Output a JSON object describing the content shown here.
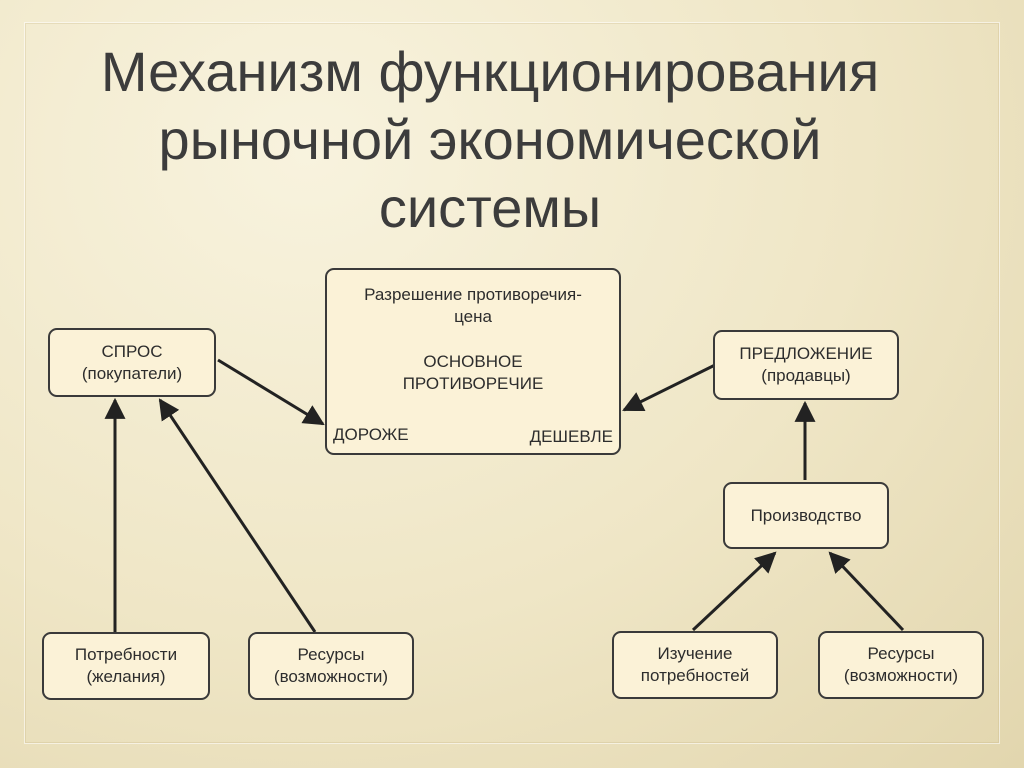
{
  "title": {
    "line1": "Механизм функционирования",
    "line2": "рыночной экономической",
    "line3": "системы"
  },
  "center": {
    "top_line1": "Разрешение противоречия-",
    "top_line2": "цена",
    "main_line1": "ОСНОВНОЕ",
    "main_line2": "ПРОТИВОРЕЧИЕ",
    "left": "ДОРОЖЕ",
    "right": "ДЕШЕВЛЕ"
  },
  "demand": {
    "line1": "СПРОС",
    "line2": "(покупатели)"
  },
  "supply": {
    "line1": "ПРЕДЛОЖЕНИЕ",
    "line2": "(продавцы)"
  },
  "production": {
    "label": "Производство"
  },
  "needs": {
    "line1": "Потребности",
    "line2": "(желания)"
  },
  "resources_left": {
    "line1": "Ресурсы",
    "line2": "(возможности)"
  },
  "study": {
    "line1": "Изучение",
    "line2": "потребностей"
  },
  "resources_right": {
    "line1": "Ресурсы",
    "line2": "(возможности)"
  }
}
